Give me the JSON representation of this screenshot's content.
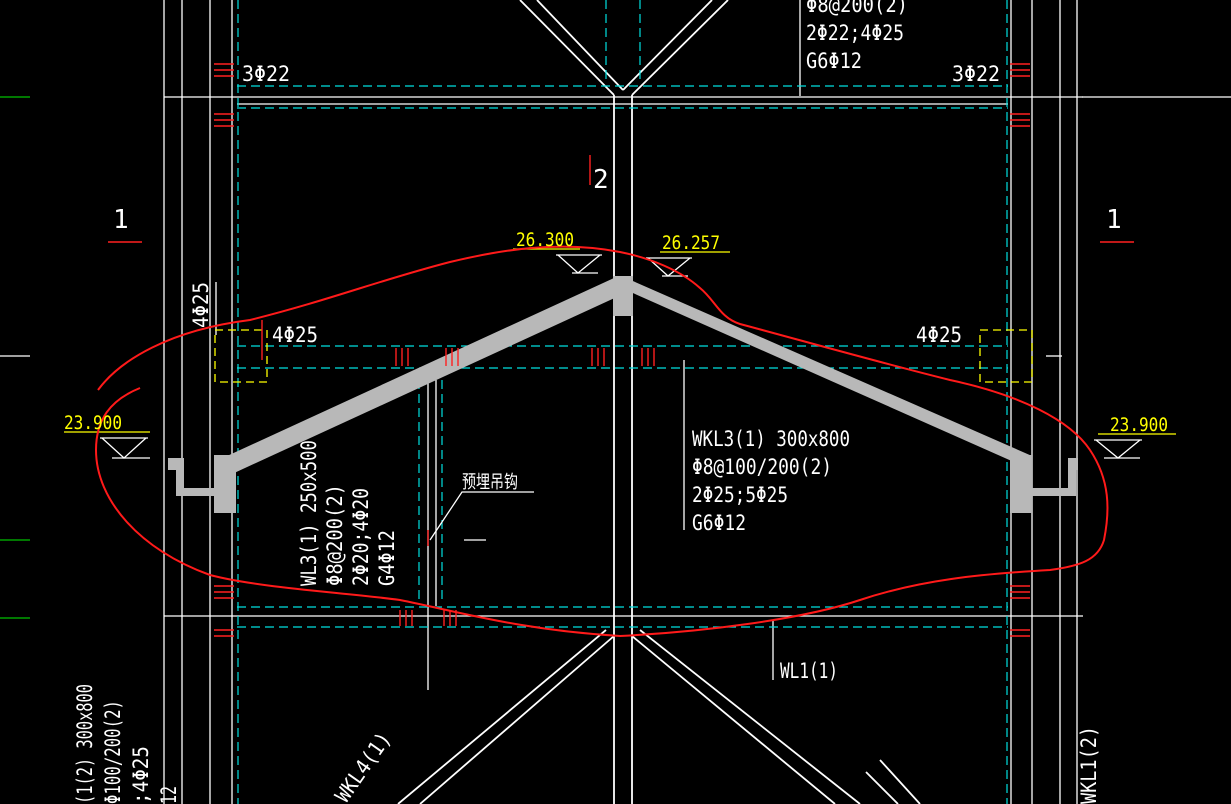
{
  "labels": {
    "top_stirrup_partial": "Φ8@200(2)",
    "top_bars": "2Φ22;4Φ25",
    "top_waist": "G6Φ12",
    "bar_3phi22_left": "3Φ22",
    "bar_3phi22_right": "3Φ22",
    "section_2": "2",
    "section_1_left": "1",
    "section_1_right": "1",
    "elev_ridge_left": "26.300",
    "elev_ridge_right": "26.257",
    "elev_eave_left": "23.900",
    "elev_eave_right": "23.900",
    "bar_4phi25_vertical": "4Φ25",
    "bar_4phi25_left": "4Φ25",
    "bar_4phi25_right": "4Φ25",
    "wkl3_name": "WKL3(1) 300x800",
    "wkl3_stirrup": "Φ8@100/200(2)",
    "wkl3_bars": "2Φ25;5Φ25",
    "wkl3_waist": "G6Φ12",
    "wl3_name": "WL3(1) 250x500",
    "wl3_stirrup": "Φ8@200(2)",
    "wl3_bars": "2Φ20;4Φ20",
    "wl3_waist": "G4Φ12",
    "embedded_hook": "预埋吊钩",
    "wl1": "WL1(1)",
    "left_bottom_name": "(1(2) 300x800",
    "left_bottom_stirrup": "Φ100/200(2)",
    "left_bottom_bars": ";4Φ25",
    "left_bottom_waist": "12",
    "wkl4": "WKL4(1)",
    "wkl1": "WKL1(2)"
  },
  "colors": {
    "background": "#000000",
    "linework": "#ffffff",
    "axis_dashed": "#00e0e0",
    "elevation_text": "#ffff00",
    "rebar_marks": "#ff2020",
    "markup_cloud": "#ff1a1a",
    "roof_fill": "#b0b0b0"
  }
}
